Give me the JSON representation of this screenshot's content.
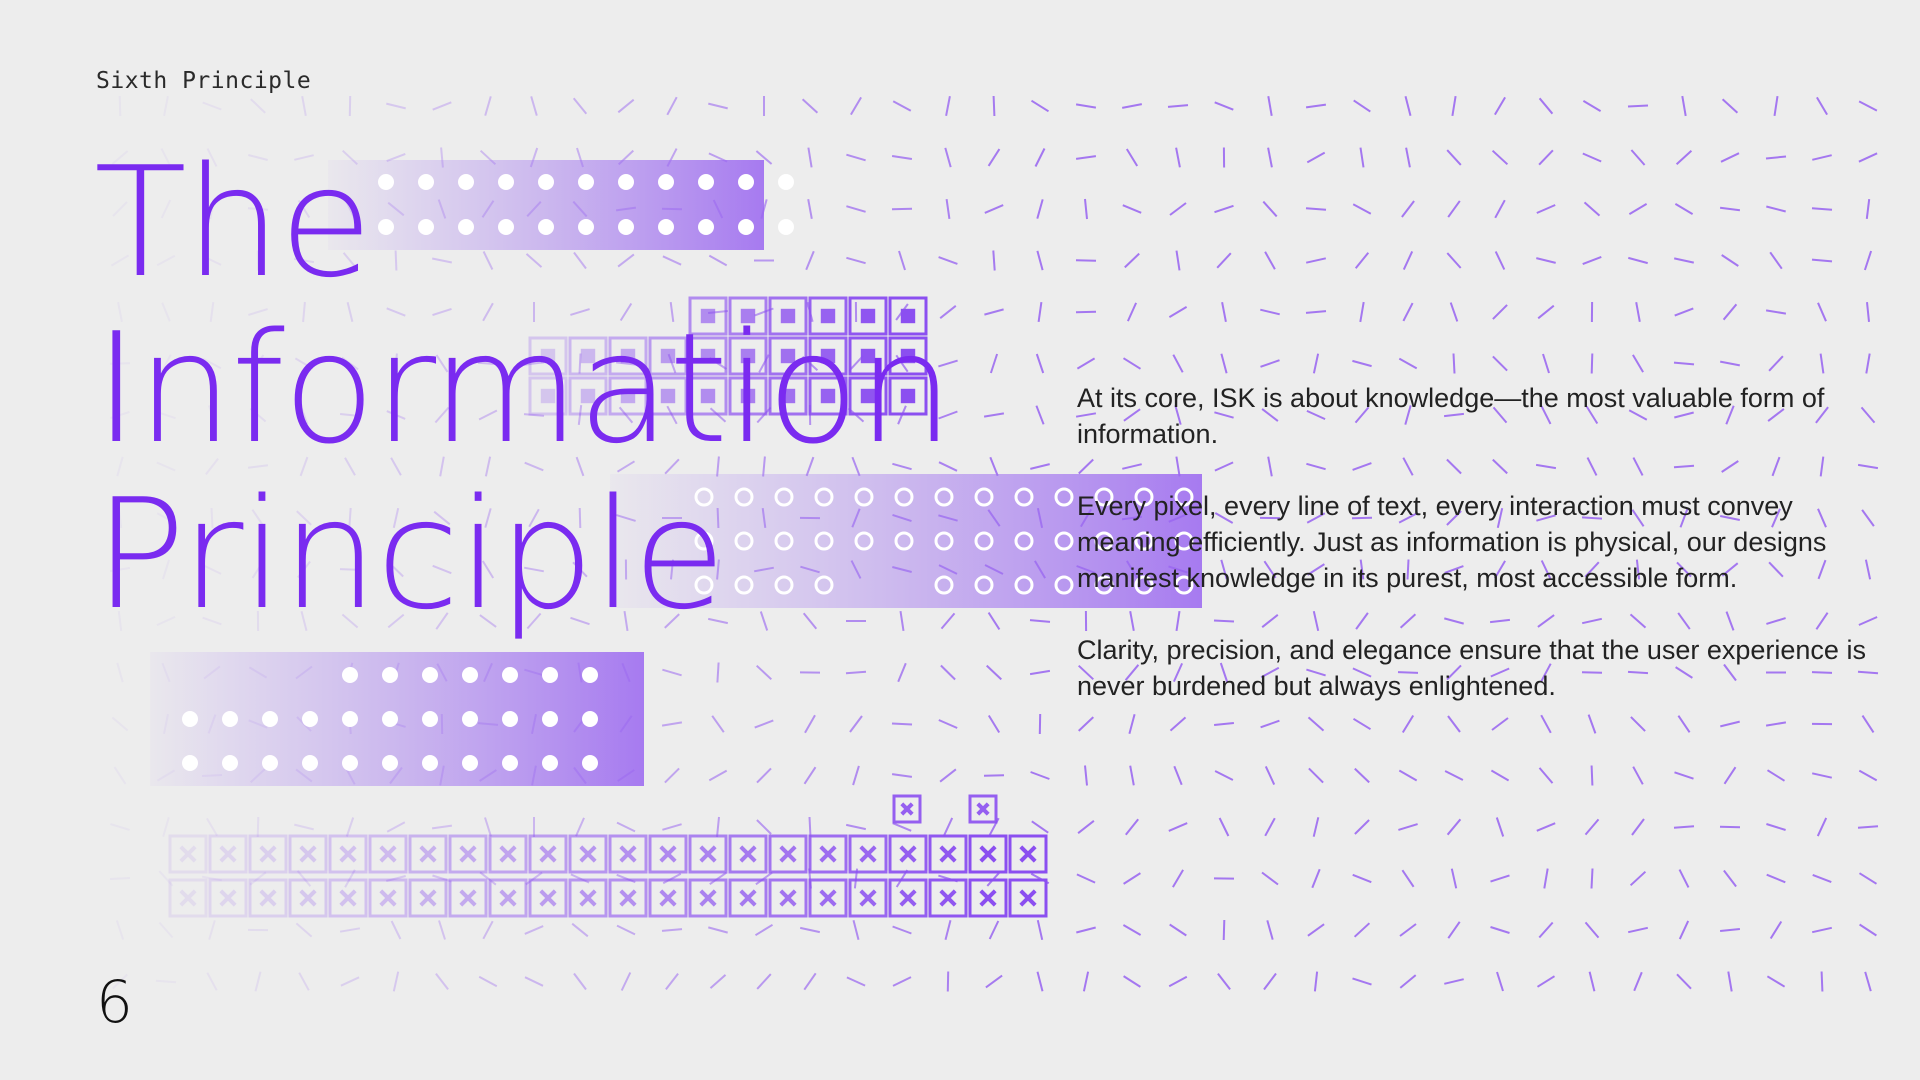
{
  "slide": {
    "eyebrow": "Sixth Principle",
    "title_lines": [
      "The",
      "Information",
      "Principle"
    ],
    "paragraphs": [
      "At its core, ISK is about knowledge—the most valuable form of information.",
      "Every pixel, every line of text, every interaction must convey meaning efficiently. Just as information is physical, our designs manifest knowledge in its purest, most accessible form.",
      "Clarity, precision, and elegance ensure that the user experience is never burdened but always enlightened."
    ],
    "page_number": "6"
  },
  "colors": {
    "background": "#ededed",
    "accent": "#7a2bf0",
    "pattern": "#8b4ff0",
    "text": "#222222"
  }
}
